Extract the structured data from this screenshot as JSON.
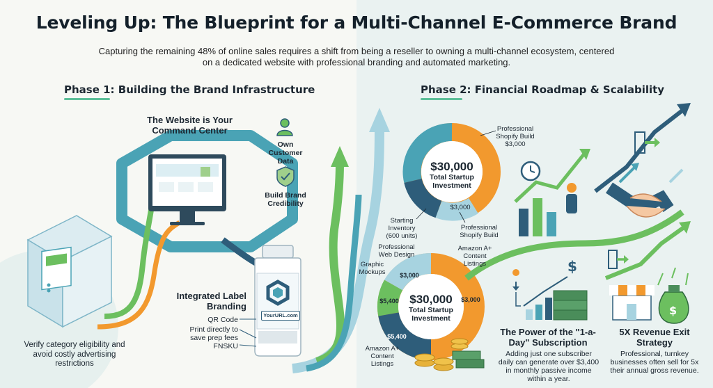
{
  "header": {
    "title": "Leveling Up: The Blueprint for a Multi-Channel E-Commerce Brand",
    "subtitle": "Capturing the remaining 48% of online sales requires a shift from being a reseller to owning a multi-channel ecosystem, centered on a dedicated website with professional branding and automated marketing."
  },
  "phase1": {
    "title": "Phase 1: Building the Brand Infrastructure",
    "website_heading": "The Website is Your Command Center",
    "own_data": "Own Customer Data",
    "credibility": "Build Brand Credibility",
    "label_heading": "Integrated Label Branding",
    "qr": "QR Code",
    "print": "Print directly to save prep fees",
    "fnsku": "FNSKU",
    "url": "YourURL.com",
    "verify": "Verify category eligibility and avoid costly advertising restrictions"
  },
  "phase2": {
    "title": "Phase 2: Financial Roadmap & Scalability",
    "donut1": {
      "amount": "$30,000",
      "caption": "Total Startup Investment",
      "label_top": "Professional Shopify Build $3,000",
      "label_slice": "$3,000",
      "label_bottom": "Professional Shopify Build",
      "label_left": "Starting Inventory (600 units)"
    },
    "donut2": {
      "amount": "$30,000",
      "caption": "Total Startup Investment",
      "web_design": "Professional Web Design",
      "graphic": "Graphic Mockups",
      "amazon_top": "Amazon A+ Content Listings",
      "amazon_bottom": "Amazon A+ Content Listings",
      "v1": "$3,000",
      "v2": "$5,400",
      "v3": "$3,000",
      "v4": "$5,400"
    },
    "subscription": {
      "heading": "The Power of the \"1-a-Day\" Subscription",
      "body": "Adding just one subscriber daily can generate over $3,400 in monthly passive income within a year."
    },
    "exit": {
      "heading": "5X Revenue Exit Strategy",
      "body": "Professional, turnkey businesses often sell for 5x their annual gross revenue."
    }
  },
  "colors": {
    "teal": "#4aa3b5",
    "navy": "#2e5d7a",
    "orange": "#f2992e",
    "green": "#6cbf5f",
    "light_blue": "#a7d3e0"
  }
}
